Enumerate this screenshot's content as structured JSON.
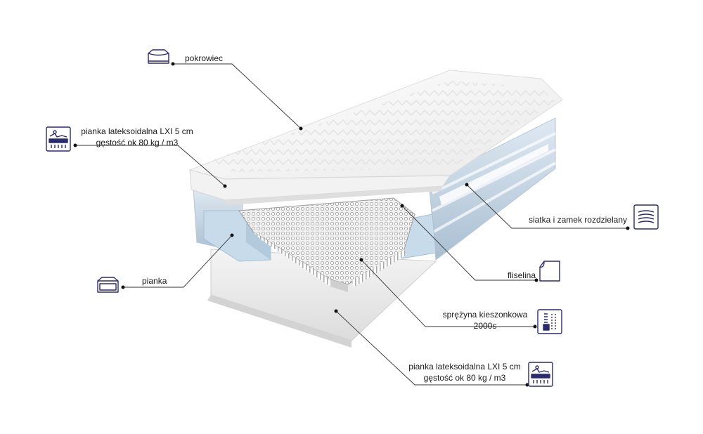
{
  "labels": {
    "cover": "pokrowiec",
    "latex_top": {
      "line1": "pianka lateksoidalna LXI 5 cm",
      "line2": "gęstość ok 80 kg / m3"
    },
    "foam": "pianka",
    "mesh_zip": "siatka i zamek rozdzielany",
    "nonwoven": "fliselina",
    "springs": {
      "line1": "sprężyna kieszonkowa",
      "line2": "2000s"
    },
    "latex_bottom": {
      "line1": "pianka lateksoidalna LXI 5 cm",
      "line2": "gęstość ok 80 kg / m3"
    }
  },
  "icons": {
    "cover": "mattress-cover-icon",
    "latex_top": "latex-foam-icon",
    "foam": "foam-layer-icon",
    "mesh_zip": "zipper-mesh-icon",
    "nonwoven": "nonwoven-fabric-icon",
    "springs": "pocket-spring-icon",
    "latex_bottom": "latex-foam-icon"
  },
  "colors": {
    "icon_stroke": "#2a2a6e",
    "leader_line": "#333333",
    "foam_blue": "#c7dbea"
  }
}
